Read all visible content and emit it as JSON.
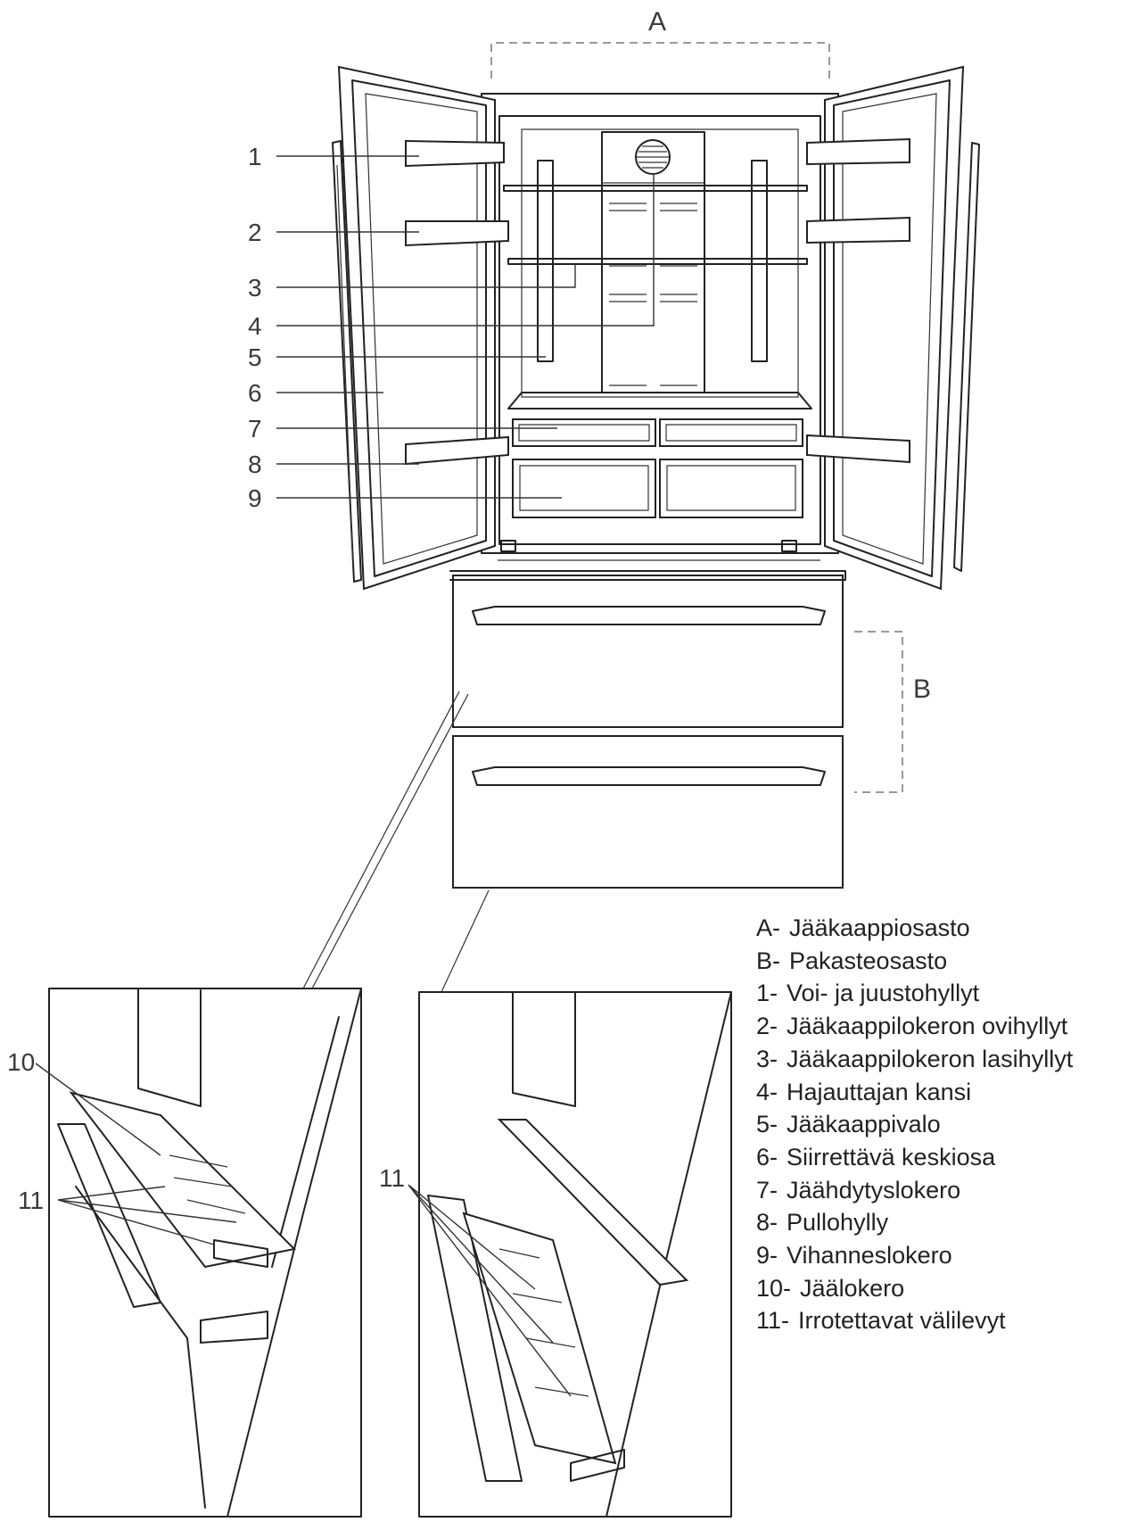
{
  "labels": {
    "A": "A",
    "B": "B",
    "callouts": [
      "1",
      "2",
      "3",
      "4",
      "5",
      "6",
      "7",
      "8",
      "9",
      "10",
      "11",
      "11"
    ]
  },
  "legend": [
    {
      "key": "A-",
      "text": "Jääkaappiosasto"
    },
    {
      "key": "B-",
      "text": "Pakasteosasto"
    },
    {
      "key": "1-",
      "text": "Voi- ja juustohyllyt"
    },
    {
      "key": "2-",
      "text": "Jääkaappilokeron ovihyllyt"
    },
    {
      "key": "3-",
      "text": "Jääkaappilokeron lasihyllyt"
    },
    {
      "key": "4-",
      "text": "Hajauttajan kansi"
    },
    {
      "key": "5-",
      "text": "Jääkaappivalo"
    },
    {
      "key": "6-",
      "text": "Siirrettävä keskiosa"
    },
    {
      "key": "7-",
      "text": "Jäähdytyslokero"
    },
    {
      "key": "8-",
      "text": "Pullohylly"
    },
    {
      "key": "9-",
      "text": "Vihanneslokero"
    },
    {
      "key": "10-",
      "text": "Jäälokero"
    },
    {
      "key": "11-",
      "text": "Irrotettavat välilevyt"
    }
  ]
}
